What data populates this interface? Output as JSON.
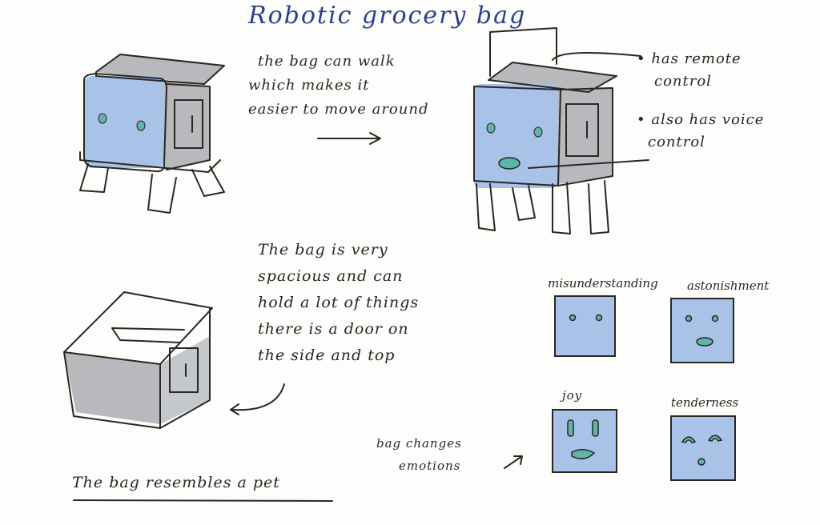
{
  "title": "Robotic grocery bag",
  "walk_note": [
    "the bag can walk",
    "which makes it",
    "easier to move around"
  ],
  "features": [
    "• has remote",
    "control",
    "• also has voice",
    "control"
  ],
  "spacious_note": [
    "The bag is very",
    "spacious and can",
    "hold a lot of things",
    "there is a door on",
    "the side and top"
  ],
  "pet_note": "The bag resembles a pet",
  "emotions_note": [
    "bag changes",
    "emotions"
  ],
  "emotions": [
    {
      "label": "misunderstanding"
    },
    {
      "label": "astonishment"
    },
    {
      "label": "joy"
    },
    {
      "label": "tenderness"
    }
  ],
  "colors": {
    "body_blue": "#a9c3e8",
    "title_ink": "#2d3f8a",
    "feature_teal": "#5fb5a8"
  }
}
